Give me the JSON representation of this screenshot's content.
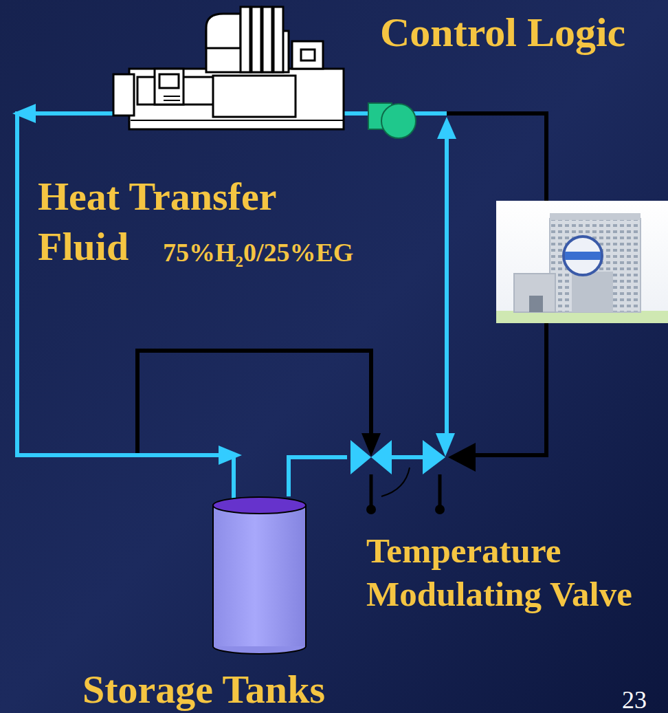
{
  "diagram": {
    "nodes": [
      {
        "text": [
          "Storage Tanks"
        ]
      },
      {
        "text": [
          "Temperature Modulating Valve"
        ]
      }
    ],
    "edges": [
      {
        "from": 0,
        "to": 1,
        "arrow": "none"
      }
    ],
    "labels": [
      "Control Logic",
      "Heat Transfer Fluid",
      "75%H₂0/25%EG",
      "23"
    ]
  }
}
